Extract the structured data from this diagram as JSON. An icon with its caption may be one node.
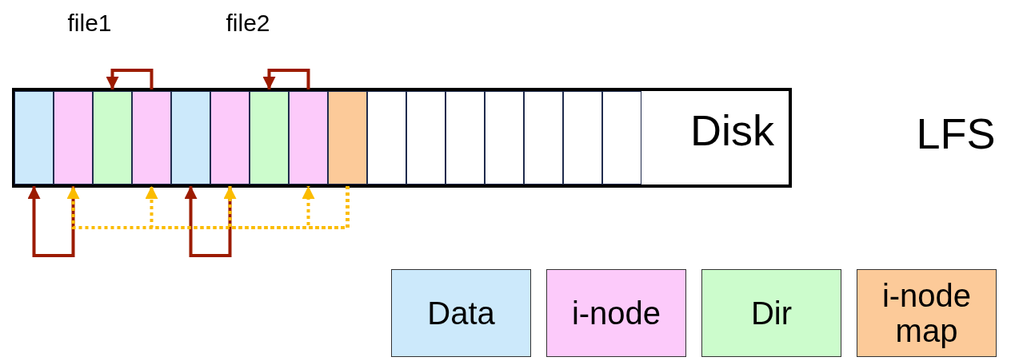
{
  "diagram": {
    "nodes": [
      {
        "text": [
          "Disk"
        ]
      },
      {
        "text": [],
        "shape": "box",
        "in": 0
      },
      {
        "text": [],
        "shape": "box",
        "in": 0
      },
      {
        "text": [],
        "shape": "box",
        "in": 0
      },
      {
        "text": [],
        "shape": "box",
        "in": 0
      },
      {
        "text": [],
        "shape": "box",
        "in": 0
      },
      {
        "text": [],
        "shape": "box",
        "in": 0
      },
      {
        "text": [],
        "shape": "box",
        "in": 0
      },
      {
        "text": [],
        "shape": "box",
        "in": 0
      },
      {
        "text": [],
        "shape": "box",
        "in": 0
      },
      {
        "text": [],
        "shape": "box",
        "in": 0
      },
      {
        "text": [],
        "shape": "box",
        "in": 0
      },
      {
        "text": [],
        "shape": "box",
        "in": 0
      },
      {
        "text": [],
        "shape": "box",
        "in": 0
      },
      {
        "text": [],
        "shape": "box",
        "in": 0
      },
      {
        "text": [],
        "shape": "box",
        "in": 0
      },
      {
        "text": [],
        "shape": "box",
        "in": 0
      }
    ],
    "edges": [
      {
        "from": 4,
        "to": 3,
        "arrow": "to"
      },
      {
        "from": 8,
        "to": 7,
        "arrow": "to"
      },
      {
        "from": 2,
        "to": 1,
        "arrow": "to"
      },
      {
        "from": 6,
        "to": 5,
        "arrow": "to"
      },
      {
        "from": 9,
        "to": 2,
        "arrow": "to",
        "style": "dashed",
        "color": "#fbbc00"
      },
      {
        "from": 9,
        "to": 4,
        "arrow": "to",
        "style": "dashed",
        "color": "#fbbc00"
      },
      {
        "from": 9,
        "to": 6,
        "arrow": "to",
        "style": "dashed",
        "color": "#fbbc00"
      },
      {
        "from": 9,
        "to": 8,
        "arrow": "to",
        "style": "dashed",
        "color": "#fbbc00"
      }
    ],
    "labels": [
      "file1",
      "file2",
      "LFS"
    ],
    "legend": [
      {
        "text": "Data",
        "color": "#cce9fb"
      },
      {
        "text": "i-node",
        "color": "#fccafa"
      },
      {
        "text": "Dir",
        "color": "#ccfccc"
      },
      {
        "text": "i-node map",
        "color": "#fcca99"
      }
    ]
  }
}
